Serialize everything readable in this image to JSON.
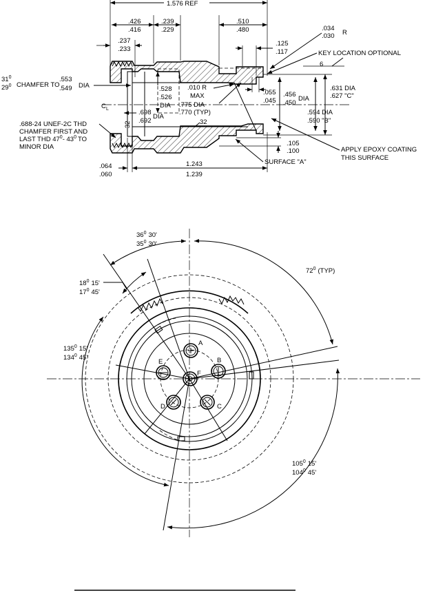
{
  "section_view": {
    "ref_length": "1.576 REF",
    "dim_426": ".426",
    "dim_416": ".416",
    "dim_239": ".239",
    "dim_229": ".229",
    "dim_510": ".510",
    "dim_480": ".480",
    "dim_034": ".034",
    "dim_030": ".030",
    "radius_r": "R",
    "dim_237": ".237",
    "dim_233": ".233",
    "dim_125": ".125",
    "dim_117": ".117",
    "key_location": "KEY LOCATION OPTIONAL",
    "angle_6": "6",
    "chamfer_31": "31",
    "chamfer_29": "29",
    "chamfer_to": "CHAMFER TO",
    "dim_553": ".553",
    "dim_549": ".549",
    "dia": "DIA",
    "dim_528": ".528",
    "dim_526": ".526",
    "dia_short": "DIA",
    "radius_010": ".010 R",
    "max": "MAX",
    "dim_775": ".775 DIA",
    "dim_770": ".770 (TYP)",
    "dim_055": ".055",
    "dim_045": ".045",
    "dim_456": ".456",
    "dim_450": ".450",
    "dia_456": "DIA",
    "dim_631": ".631 DIA",
    "dim_627": ".627 \"C\"",
    "cl": "C",
    "cl_sub": "L",
    "dim_698": ".698",
    "dim_692": ".692",
    "dia_698": "DIA",
    "finish_32a": "32",
    "finish_32b": "32",
    "dim_594": ".594 DIA",
    "dim_590": ".590 \"B\"",
    "thread_line1": ".688-24 UNEF-2C THD",
    "thread_line2": "CHAMFER FIRST AND",
    "thread_line3": "LAST THD 47",
    "thread_line3b": "- 43",
    "thread_line3c": "TO",
    "thread_line4": "MINOR DIA",
    "dim_105": ".105",
    "dim_100": ".100",
    "epoxy_line1": "APPLY EPOXY COATING",
    "epoxy_line2": "THIS SURFACE",
    "surface_a": "SURFACE \"A\"",
    "dim_064": ".064",
    "dim_060": ".060",
    "dim_1243": "1.243",
    "dim_1239": "1.239",
    "deg": "0"
  },
  "end_view": {
    "ang_36_30": "36",
    "ang_36_30_min": "30'",
    "ang_35_30": "35",
    "ang_35_30_min": "30'",
    "ang_72": "72",
    "ang_72_typ": "(TYP)",
    "ang_18_15": "18",
    "ang_18_15_min": "15'",
    "ang_17_45": "17",
    "ang_17_45_min": "45'",
    "ang_135_15": "135",
    "ang_135_15_min": "15'",
    "ang_134_45": "134",
    "ang_134_45_min": "45'",
    "ang_105_15": "105",
    "ang_105_15_min": "15'",
    "ang_104_45": "104",
    "ang_104_45_min": "45'",
    "deg": "0",
    "hole_a": "A",
    "hole_b": "B",
    "hole_c": "C",
    "hole_d": "D",
    "hole_e": "E",
    "hole_f": "F"
  }
}
